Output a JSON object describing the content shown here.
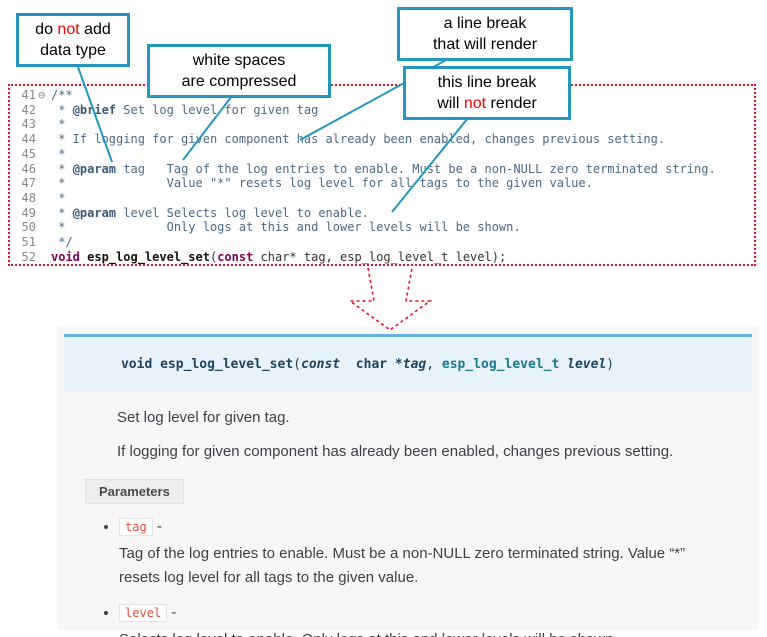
{
  "colors": {
    "callout_border": "#2596be",
    "annotation_red": "#e8112d",
    "signature_bg": "#e7f2fa",
    "signature_border": "#6ab0de",
    "param_code_text": "#e74c3c"
  },
  "callouts": {
    "c1": {
      "l1a": "do ",
      "l1b": "not",
      "l1c": " add",
      "l2": "data type"
    },
    "c2": {
      "l1": "white spaces",
      "l2": "are  compressed"
    },
    "c3": {
      "l1": "a line break",
      "l2": "that will render"
    },
    "c4": {
      "l1": "this line break",
      "l2a": "will ",
      "l2b": "not",
      "l2c": " render"
    }
  },
  "code": {
    "lines": [
      {
        "num": "41",
        "fold": "⊖",
        "pre": "/**",
        "tag": "",
        "post": ""
      },
      {
        "num": "42",
        "fold": "",
        "pre": " * ",
        "tag": "@brief",
        "post": " Set log level for given tag"
      },
      {
        "num": "43",
        "fold": "",
        "pre": " *",
        "tag": "",
        "post": ""
      },
      {
        "num": "44",
        "fold": "",
        "pre": " * If logging for given component has already been enabled, changes previous setting.",
        "tag": "",
        "post": ""
      },
      {
        "num": "45",
        "fold": "",
        "pre": " *",
        "tag": "",
        "post": ""
      },
      {
        "num": "46",
        "fold": "",
        "pre": " * ",
        "tag": "@param",
        "post": " tag   Tag of the log entries to enable. Must be a non-NULL zero terminated string."
      },
      {
        "num": "47",
        "fold": "",
        "pre": " *              Value \"*\" resets log level for all tags to the given value.",
        "tag": "",
        "post": ""
      },
      {
        "num": "48",
        "fold": "",
        "pre": " *",
        "tag": "",
        "post": ""
      },
      {
        "num": "49",
        "fold": "",
        "pre": " * ",
        "tag": "@param",
        "post": " level Selects log level to enable."
      },
      {
        "num": "50",
        "fold": "",
        "pre": " *              Only logs at this and lower levels will be shown.",
        "tag": "",
        "post": ""
      },
      {
        "num": "51",
        "fold": "",
        "pre": " */",
        "tag": "",
        "post": ""
      }
    ],
    "decl": {
      "num": "52",
      "fold": "",
      "kw1": "void",
      "name": " esp_log_level_set",
      "open": "(",
      "kw2": "const",
      "rest": " char* tag, esp_log_level_t level);"
    }
  },
  "doc": {
    "signature": {
      "ret": "void",
      "name": " esp_log_level_set",
      "open": "(",
      "const_kw": "const",
      "char_ptr": "  char *",
      "tag": "tag",
      "comma": ", ",
      "type": "esp_log_level_t ",
      "level": "level",
      "close": ")"
    },
    "para1": "Set log level for given tag.",
    "para2": "If logging for given component has already been enabled, changes previous setting.",
    "parameters_label": "Parameters",
    "params": [
      {
        "name": "tag",
        "dash": " -",
        "desc": "Tag of the log entries to enable. Must be a non-NULL zero terminated string. Value “*” resets log level for all tags to the given value."
      },
      {
        "name": "level",
        "dash": " -",
        "desc": "Selects log level to enable. Only logs at this and lower levels will be shown."
      }
    ]
  }
}
